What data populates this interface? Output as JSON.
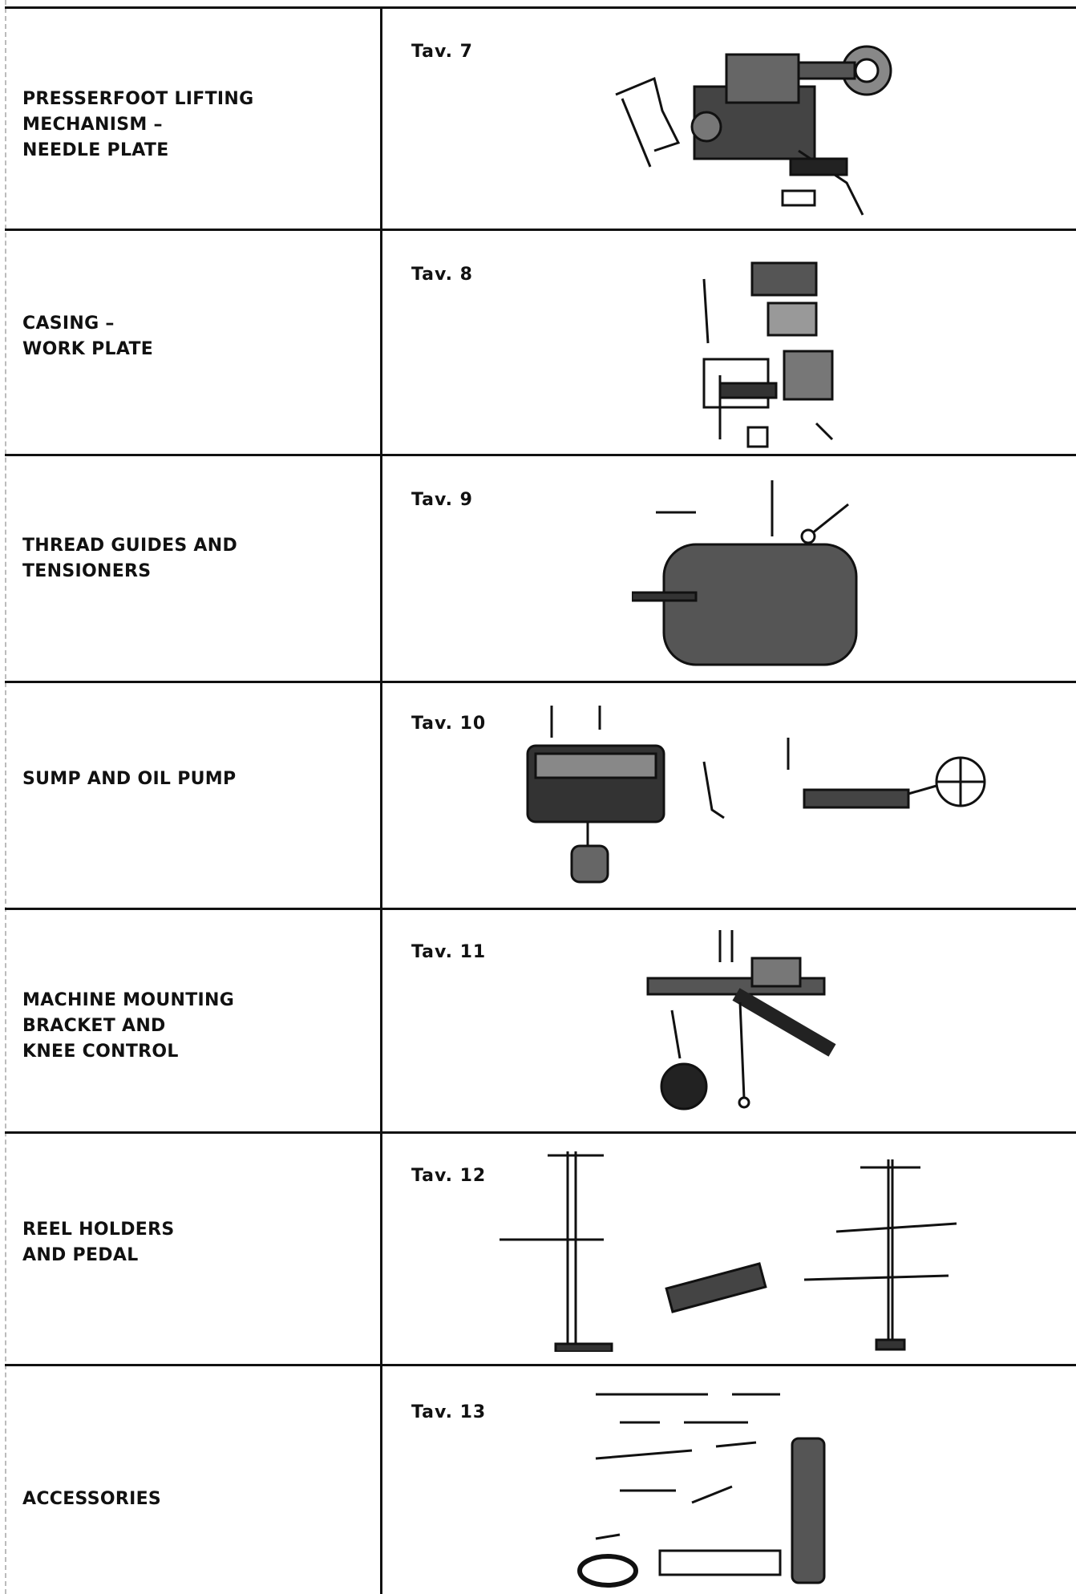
{
  "rows": [
    {
      "label_lines": [
        "PRESSERFOOT LIFTING",
        "MECHANISM –",
        "NEEDLE PLATE"
      ],
      "tav": "Tav.  7",
      "illustration": "presserfoot-mechanism-illustration"
    },
    {
      "label_lines": [
        "CASING –",
        "WORK PLATE"
      ],
      "tav": "Tav.  8",
      "illustration": "casing-work-plate-illustration"
    },
    {
      "label_lines": [
        "THREAD GUIDES AND",
        "TENSIONERS"
      ],
      "tav": "Tav.  9",
      "illustration": "thread-guides-illustration"
    },
    {
      "label_lines": [
        "SUMP AND OIL PUMP"
      ],
      "tav": "Tav. 10",
      "illustration": "sump-oil-pump-illustration"
    },
    {
      "label_lines": [
        "MACHINE MOUNTING",
        "BRACKET AND",
        "KNEE CONTROL"
      ],
      "tav": "Tav. 11",
      "illustration": "mounting-bracket-illustration"
    },
    {
      "label_lines": [
        "REEL HOLDERS",
        "AND PEDAL"
      ],
      "tav": "Tav. 12",
      "illustration": "reel-holders-pedal-illustration"
    },
    {
      "label_lines": [
        "ACCESSORIES"
      ],
      "tav": "Tav. 13",
      "illustration": "accessories-illustration"
    }
  ]
}
